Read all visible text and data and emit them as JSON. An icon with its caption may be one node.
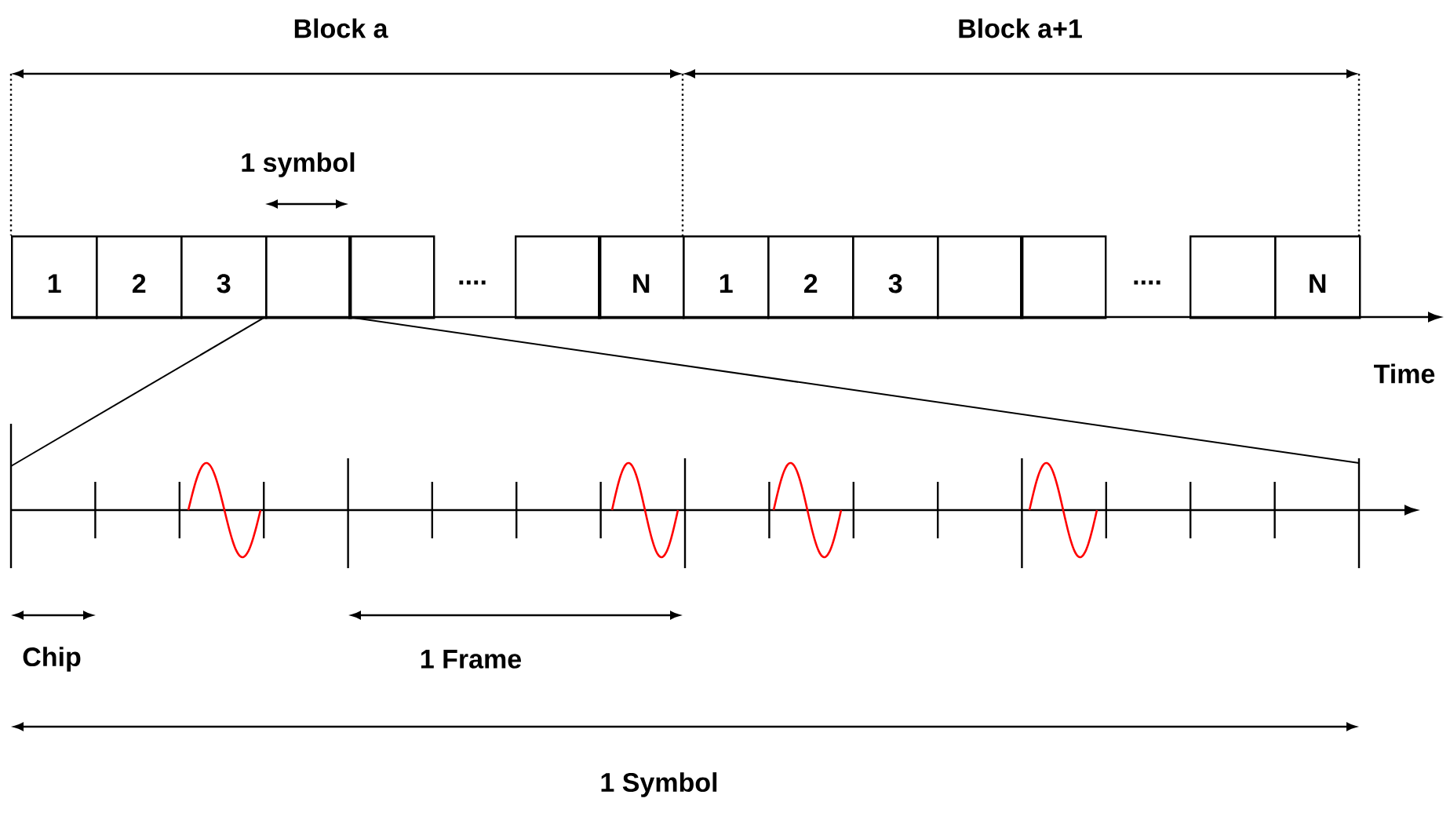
{
  "diagram": {
    "nodes": [
      {
        "text": [
          "1"
        ]
      },
      {
        "text": [
          "2"
        ]
      },
      {
        "text": [
          "3"
        ]
      },
      {
        "text": [],
        "shape": "box"
      },
      {
        "text": [],
        "shape": "box"
      },
      {
        "text": [],
        "shape": "box"
      },
      {
        "text": [
          "N"
        ]
      },
      {
        "text": [
          "1"
        ]
      },
      {
        "text": [
          "2"
        ]
      },
      {
        "text": [
          "3"
        ]
      },
      {
        "text": [],
        "shape": "box"
      },
      {
        "text": [],
        "shape": "box"
      },
      {
        "text": [],
        "shape": "box"
      },
      {
        "text": [
          "N"
        ]
      }
    ],
    "labels": [
      "Block a",
      "Block a+1",
      "1 symbol",
      "....",
      "....",
      "Time",
      "Chip",
      "1 Frame",
      "1 Symbol"
    ]
  }
}
